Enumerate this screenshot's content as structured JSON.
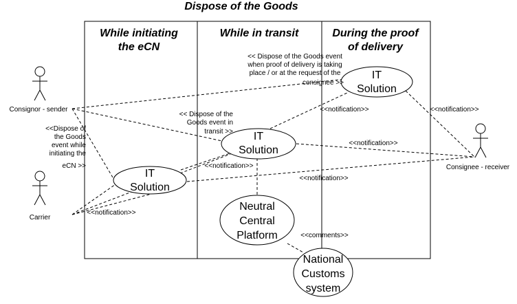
{
  "title": "Dispose of the Goods",
  "phases": [
    {
      "line1": "While initiating",
      "line2": "the eCN"
    },
    {
      "line1": "While in transit",
      "line2": ""
    },
    {
      "line1": "During the proof",
      "line2": "of delivery"
    }
  ],
  "actors": {
    "consignor": "Consignor - sender",
    "carrier": "Carrier",
    "consignee": "Consignee - receiver"
  },
  "use_cases": {
    "it_initiating": {
      "line1": "IT",
      "line2": "Solution"
    },
    "it_transit": {
      "line1": "IT",
      "line2": "Solution"
    },
    "it_delivery": {
      "line1": "IT",
      "line2": "Solution"
    },
    "ncp": {
      "line1": "Neutral",
      "line2": "Central",
      "line3": "Platform"
    },
    "ncs": {
      "line1": "National",
      "line2": "Customs",
      "line3": "system"
    }
  },
  "labels": {
    "delivery_event": [
      "<< Dispose of the Goods event",
      "when proof of delivery is taking",
      "place / or at the request of the",
      "consignee >>"
    ],
    "transit_event": [
      "<< Dispose of the",
      "Goods event in",
      "transit >>"
    ],
    "initiating_event": [
      "<<Dispose of",
      "the Goods",
      "event while",
      "initiating the",
      "eCN >>"
    ],
    "notification_delivery": "<<notification>>",
    "notification_consignee": "<<notification>>",
    "notification_transit_right": "<<notification>>",
    "notification_transit_left": "<<notification>>",
    "notification_initiating_right": "<<notification>>",
    "notification_carrier": "<<notification>>",
    "comments": "<<comments>>"
  }
}
